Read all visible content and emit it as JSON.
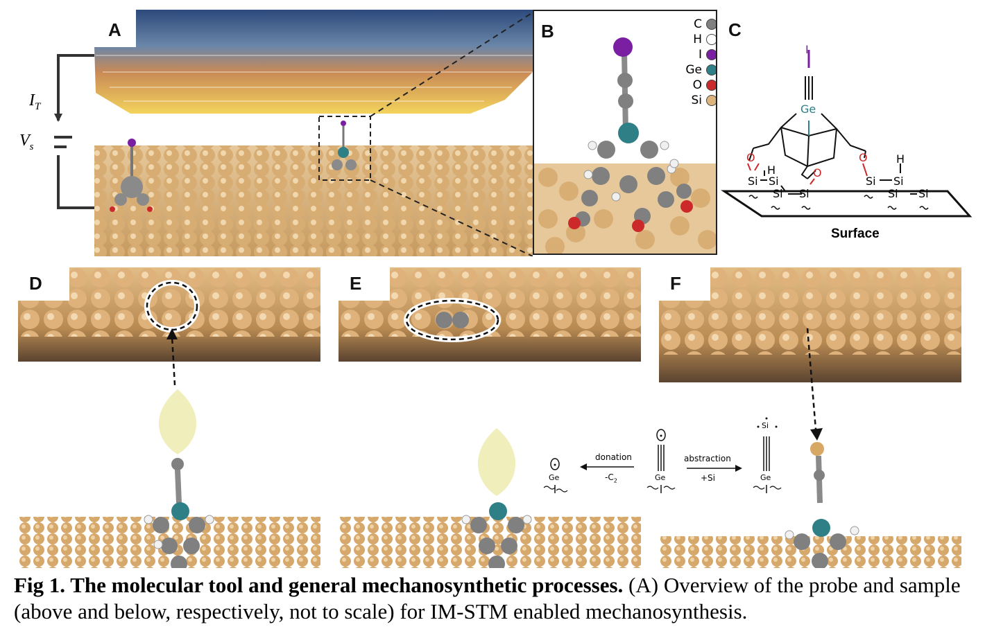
{
  "panels": {
    "A": {
      "label": "A",
      "current_label": "I",
      "current_sub": "T",
      "voltage_label": "V",
      "voltage_sub": "s"
    },
    "B": {
      "label": "B",
      "legend": [
        {
          "element": "C",
          "color": "#808080"
        },
        {
          "element": "H",
          "color": "#ffffff"
        },
        {
          "element": "I",
          "color": "#7a1fa2"
        },
        {
          "element": "Ge",
          "color": "#2f7f86"
        },
        {
          "element": "O",
          "color": "#cc2a2a"
        },
        {
          "element": "Si",
          "color": "#ddb47e"
        }
      ]
    },
    "C": {
      "label": "C",
      "atom_I": "I",
      "atom_Ge": "Ge",
      "atom_O": "O",
      "atom_H": "H",
      "atom_Si": "Si",
      "surface_label": "Surface"
    },
    "D": {
      "label": "D"
    },
    "E": {
      "label": "E",
      "scheme_donation": "donation",
      "scheme_minus_c2": "-C",
      "scheme_minus_c2_sub": "2",
      "scheme_abstraction": "abstraction",
      "scheme_plus_si": "+Si",
      "scheme_ge": "Ge",
      "scheme_si": "Si"
    },
    "F": {
      "label": "F"
    }
  },
  "caption": {
    "bold": "Fig 1. The molecular tool and general mechanosynthetic processes.",
    "panel_ref": "(A)",
    "text": " Overview of the probe and sample (above and below, respectively, not to scale) for IM-STM enabled mechanosynthesis."
  }
}
